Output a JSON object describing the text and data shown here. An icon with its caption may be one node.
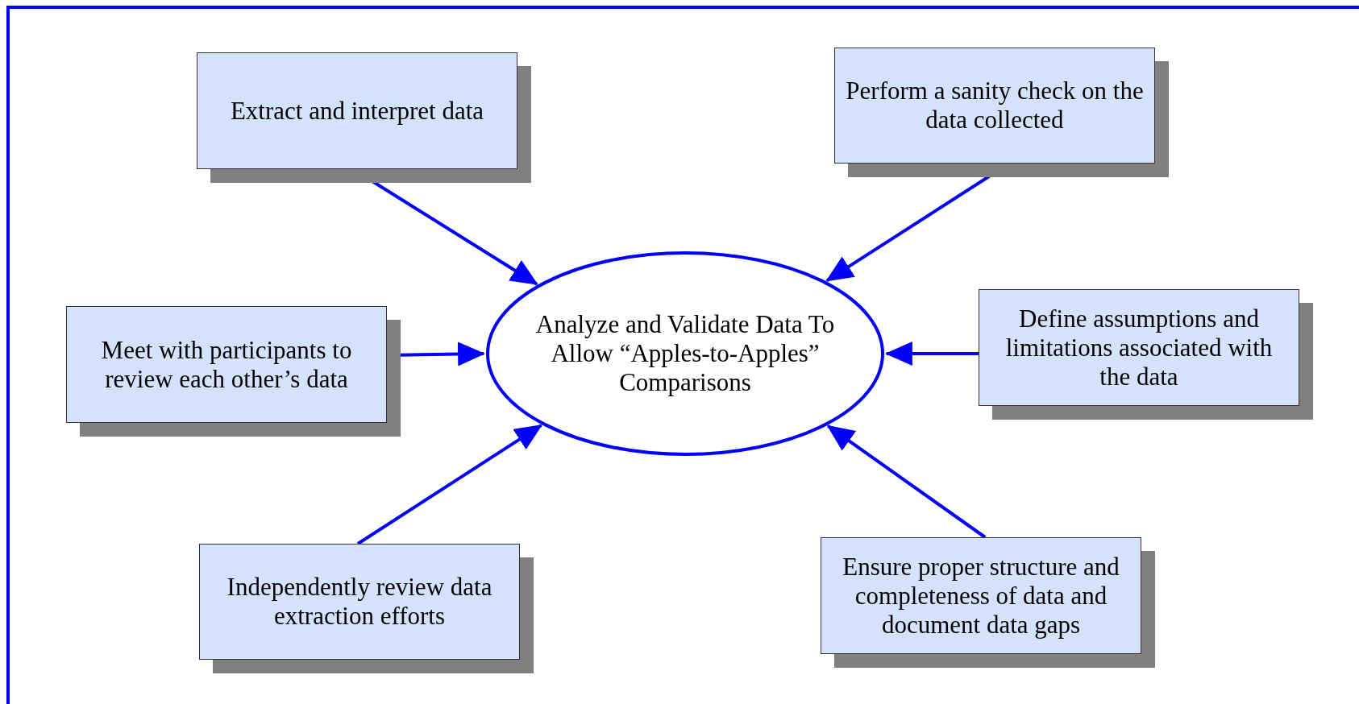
{
  "diagram": {
    "nodes": [
      {
        "text": [
          "Extract and interpret data"
        ]
      },
      {
        "text": [
          "Perform a sanity check on the data collected"
        ]
      },
      {
        "text": [
          "Meet with participants to review each other’s data"
        ]
      },
      {
        "text": [
          "Analyze and Validate Data To Allow “Apples-to-Apples” Comparisons"
        ]
      },
      {
        "text": [
          "Define assumptions and limitations associated with the data"
        ]
      },
      {
        "text": [
          "Independently review data extraction efforts"
        ]
      },
      {
        "text": [
          "Ensure proper structure and completeness of data and document data gaps"
        ]
      }
    ],
    "edges": [
      {
        "from": 0,
        "to": 3,
        "arrow": "to"
      },
      {
        "from": 1,
        "to": 3,
        "arrow": "to"
      },
      {
        "from": 2,
        "to": 3,
        "arrow": "to"
      },
      {
        "from": 4,
        "to": 3,
        "arrow": "to"
      },
      {
        "from": 5,
        "to": 3,
        "arrow": "to"
      },
      {
        "from": 6,
        "to": 3,
        "arrow": "to"
      }
    ]
  }
}
